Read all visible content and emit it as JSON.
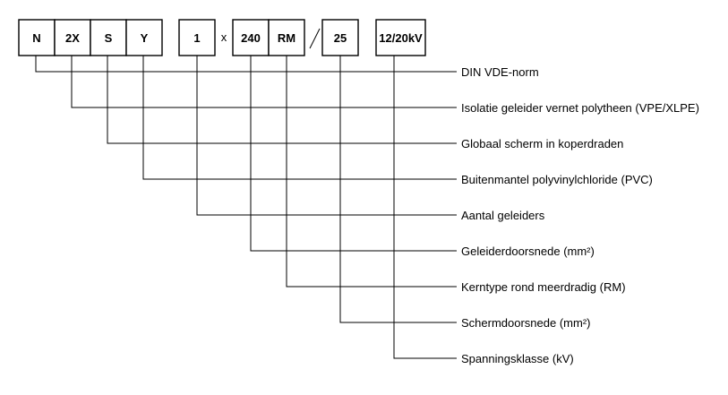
{
  "cable_code": {
    "parts": [
      "N",
      "2X",
      "S",
      "Y",
      "1",
      "240",
      "RM",
      "25",
      "12/20kV"
    ],
    "times_sign": "x",
    "slash": "/"
  },
  "meanings": [
    "DIN VDE-norm",
    "Isolatie geleider vernet polytheen (VPE/XLPE)",
    "Globaal scherm in koperdraden",
    "Buitenmantel polyvinylchloride (PVC)",
    "Aantal geleiders",
    "Geleiderdoorsnede (mm²)",
    "Kerntype rond meerdradig (RM)",
    "Schermdoorsnede (mm²)",
    "Spanningsklasse (kV)"
  ]
}
